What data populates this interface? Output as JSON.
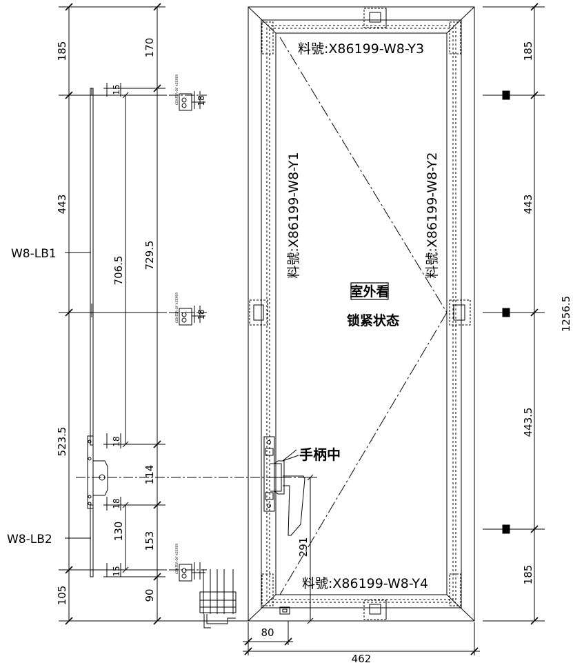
{
  "parts": {
    "y1": "料號:X86199-W8-Y1",
    "y2": "料號:X86199-W8-Y2",
    "y3": "料號:X86199-W8-Y3",
    "y4": "料號:X86199-W8-Y4",
    "lb1": "W8-LB1",
    "lb2": "W8-LB2"
  },
  "notes": {
    "view": "室外看",
    "state": "锁紧状态",
    "handle": "手柄中",
    "keeper": "CENTER OF KEEPER"
  },
  "dims": {
    "left_outer": [
      "185",
      "443",
      "523.5",
      "105"
    ],
    "left_inner": [
      "170",
      "729.5",
      "114",
      "153",
      "90"
    ],
    "rod": [
      "706.5",
      "130"
    ],
    "small": [
      "15",
      "18",
      "18",
      "18",
      "18",
      "15"
    ],
    "right": [
      "185",
      "443",
      "443.5",
      "185"
    ],
    "total_height": "1256.5",
    "bottom_width": "462",
    "bottom_offset": "80",
    "handle_height": "291"
  }
}
